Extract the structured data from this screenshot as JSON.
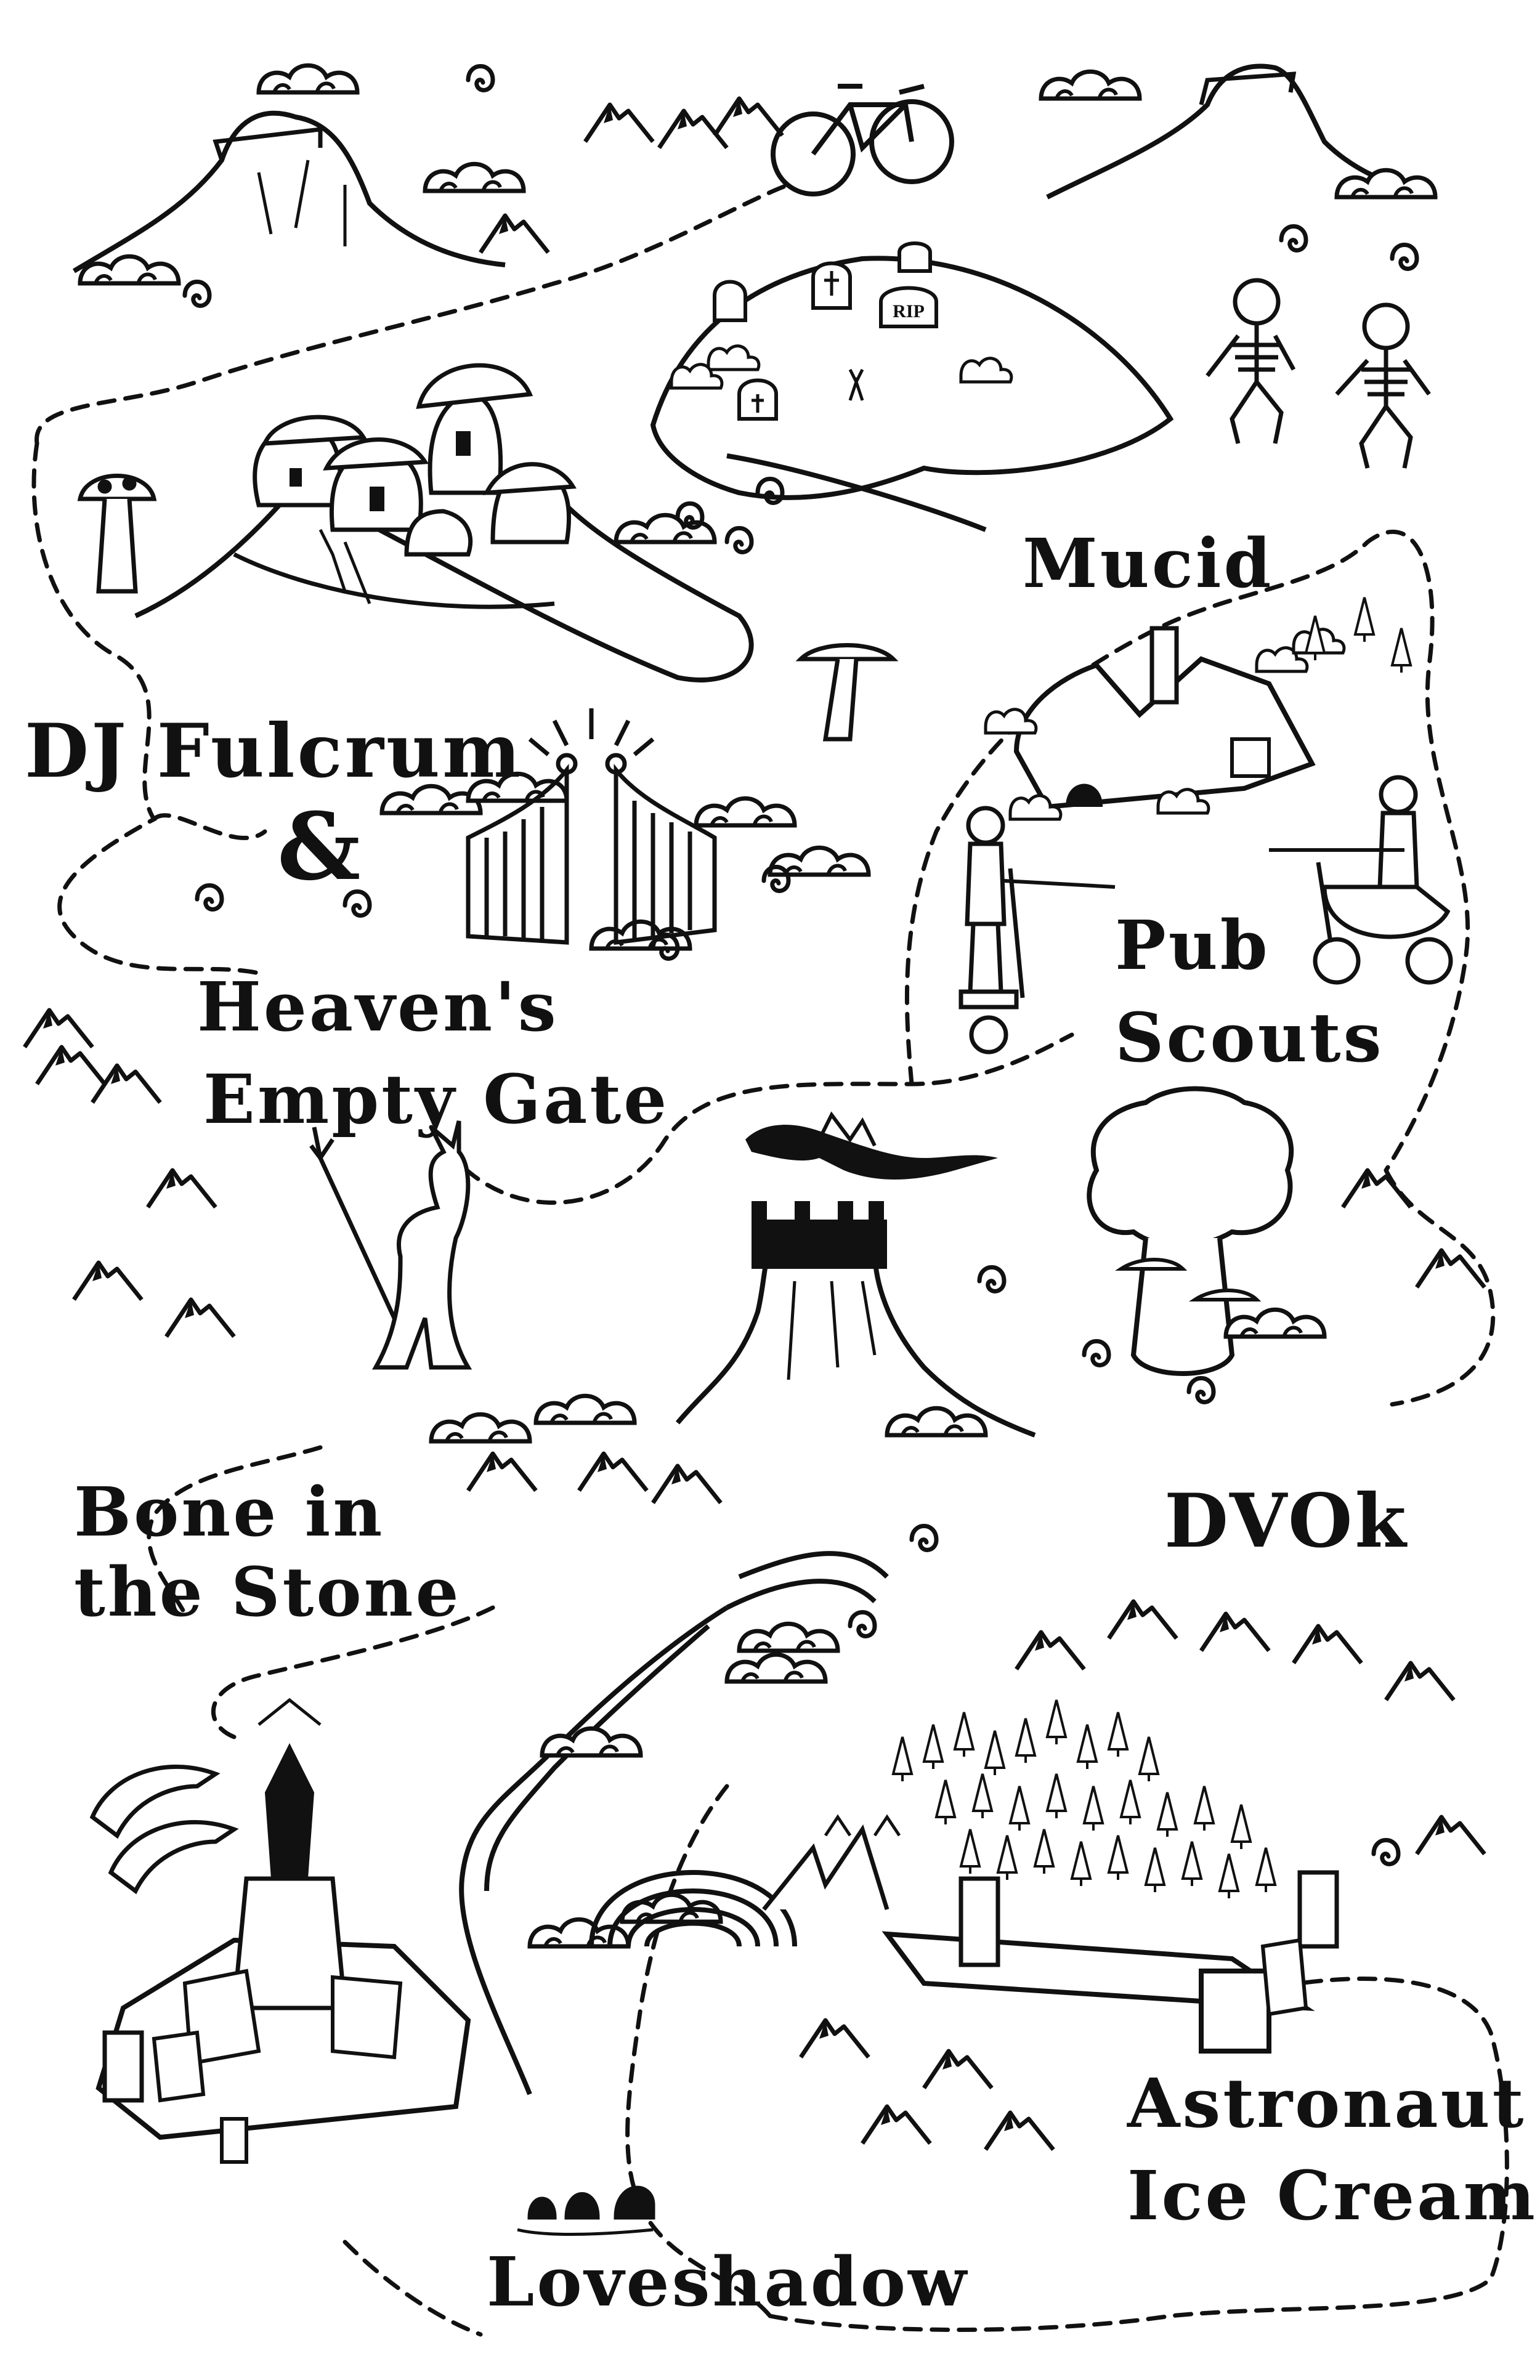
{
  "colors": {
    "ink": "#111111",
    "paper": "#ffffff"
  },
  "labels": {
    "mucid": "Mucid",
    "dj_fulcrum": "DJ Fulcrum",
    "ampersand": "&",
    "heavens_empty_gate_line1": "Heaven's",
    "heavens_empty_gate_line2": "Empty Gate",
    "pub_scouts_line1": "Pub",
    "pub_scouts_line2": "Scouts",
    "bone_in_the_stone_line1": "Bone in",
    "bone_in_the_stone_line2": "the Stone",
    "dvok": "DVOk",
    "astronaut_ice_cream_line1": "Astronaut",
    "astronaut_ice_cream_line2": "Ice Cream",
    "loveshadow": "Loveshadow"
  },
  "tombstone_text": "RIP",
  "icons": [
    "volcano-icon",
    "bicycle-icon",
    "graveyard-icon",
    "skeleton-icon",
    "mushroom-village-icon",
    "mushroom-icon",
    "cottage-icon",
    "knight-segway-icon",
    "knight-scooter-icon",
    "heaven-gate-icon",
    "devil-icon",
    "dragon-icon",
    "castle-mountain-icon",
    "tree-icon",
    "dolphin-icon",
    "city-icon",
    "rainbow-icon",
    "forest-castle-icon",
    "sea-serpent-icon",
    "mountain-icon",
    "cloud-icon"
  ]
}
